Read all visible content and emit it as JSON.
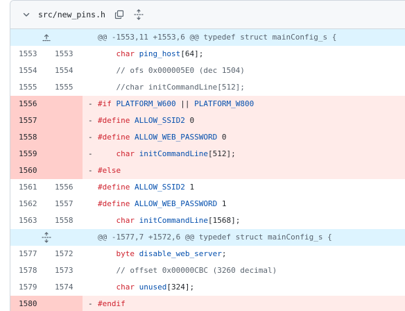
{
  "file": {
    "name": "src/new_pins.h",
    "icons": {
      "collapse": "chevron-down-icon",
      "copy": "copy-icon",
      "expand_all": "unfold-icon"
    }
  },
  "hunks": [
    {
      "header": "@@ -1553,11 +1553,6 @@ typedef struct mainConfig_s {",
      "icon": "expand-up-icon"
    },
    {
      "header": "@@ -1577,7 +1572,6 @@ typedef struct mainConfig_s {",
      "icon": "unfold-icon"
    }
  ],
  "lines": [
    {
      "old": "1553",
      "new": "1553",
      "t1": "char ",
      "t2": "ping_host",
      "t3": "[64];"
    },
    {
      "old": "1554",
      "new": "1554",
      "t1": "// ofs 0x000005E0 (dec 1504)"
    },
    {
      "old": "1555",
      "new": "1555",
      "t1": "//char initCommandLine[512];"
    },
    {
      "old": "1556",
      "sign": "-",
      "t1": "#if ",
      "t2": "PLATFORM_W600",
      "t3": " || ",
      "t4": "PLATFORM_W800"
    },
    {
      "old": "1557",
      "sign": "-",
      "t1": "#define ",
      "t2": "ALLOW_SSID2",
      "t3": " 0"
    },
    {
      "old": "1558",
      "sign": "-",
      "t1": "#define ",
      "t2": "ALLOW_WEB_PASSWORD",
      "t3": " 0"
    },
    {
      "old": "1559",
      "sign": "-",
      "t1": "char ",
      "t2": "initCommandLine",
      "t3": "[512];"
    },
    {
      "old": "1560",
      "sign": "-",
      "t1": "#else"
    },
    {
      "old": "1561",
      "new": "1556",
      "t1": "#define ",
      "t2": "ALLOW_SSID2",
      "t3": " 1"
    },
    {
      "old": "1562",
      "new": "1557",
      "t1": "#define ",
      "t2": "ALLOW_WEB_PASSWORD",
      "t3": " 1"
    },
    {
      "old": "1563",
      "new": "1558",
      "t1": "char ",
      "t2": "initCommandLine",
      "t3": "[1568];"
    },
    {
      "old": "1577",
      "new": "1572",
      "t1": "byte ",
      "t2": "disable_web_server",
      "t3": ";"
    },
    {
      "old": "1578",
      "new": "1573",
      "t1": "// offset 0x00000CBC (3260 decimal)"
    },
    {
      "old": "1579",
      "new": "1574",
      "t1": "char ",
      "t2": "unused",
      "t3": "[324];"
    },
    {
      "old": "1580",
      "sign": "-",
      "t1": "#endif"
    }
  ],
  "colors": {
    "hunk_bg": "#ddf4ff",
    "del_num_bg": "#ffcecb",
    "del_code_bg": "#ffebe9",
    "keyword": "#cf222e",
    "identifier": "#0550ae",
    "comment": "#59636e"
  }
}
